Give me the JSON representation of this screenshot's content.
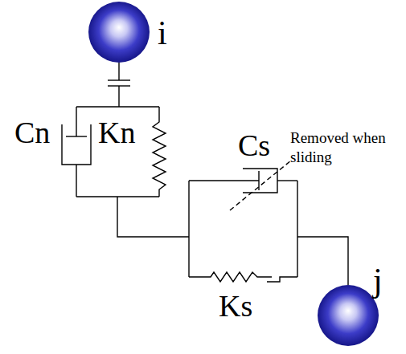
{
  "diagram": {
    "labels": [
      "i",
      "Cn",
      "Kn",
      "Cs",
      "Removed when sliding",
      "Ks",
      "j"
    ]
  }
}
